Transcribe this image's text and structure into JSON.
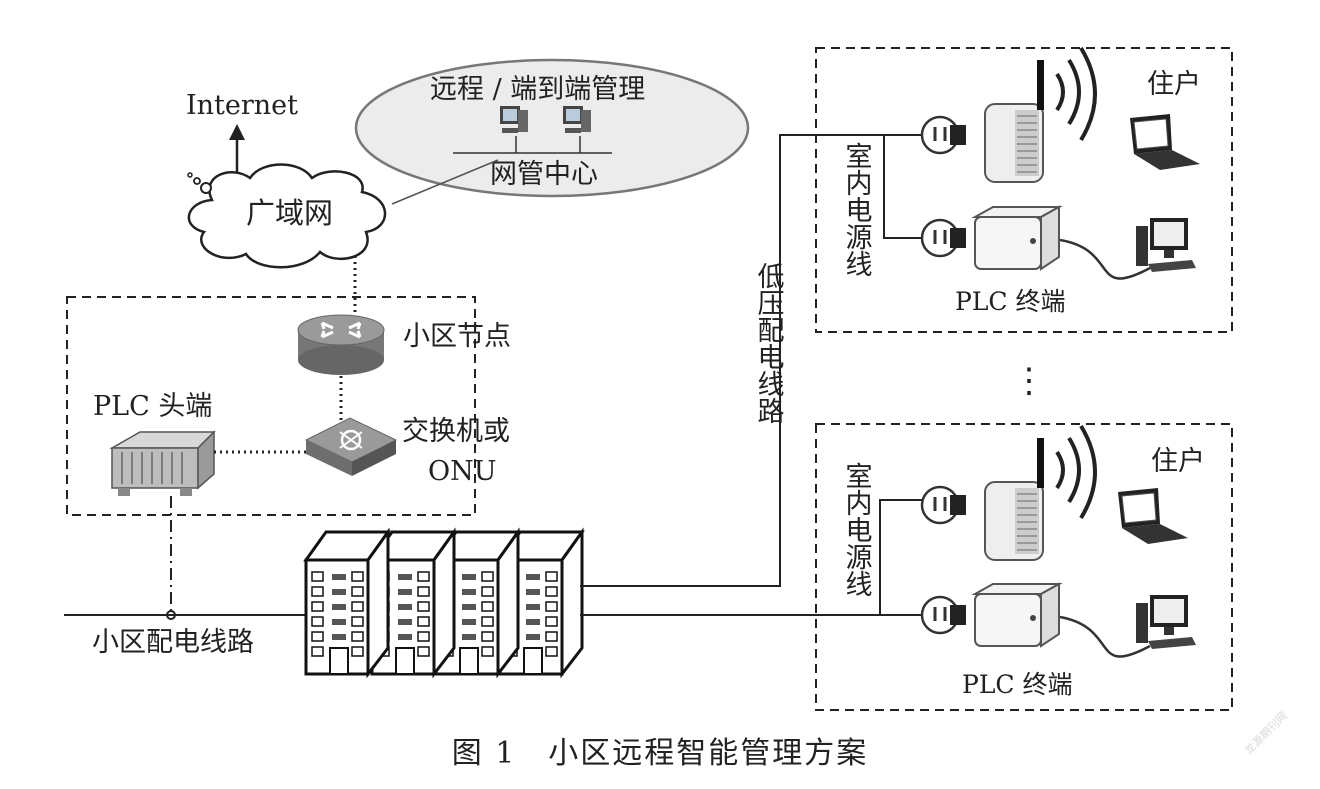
{
  "labels": {
    "internet": "Internet",
    "remote_mgmt": "远程 / 端到端管理",
    "nms_center": "网管中心",
    "wan": "广域网",
    "community_node": "小区节点",
    "plc_head": "PLC 头端",
    "switch_onu_line1": "交换机或",
    "switch_onu_line2": "ONU",
    "community_power_line": "小区配电线路",
    "low_voltage_line": "低压配电线路",
    "indoor_power_line_1": "室内电源线",
    "indoor_power_line_2": "室内电源线",
    "resident_1": "住户",
    "resident_2": "住户",
    "plc_terminal_1": "PLC 终端",
    "plc_terminal_2": "PLC 终端",
    "ellipsis": "⋮"
  },
  "caption": "图 1　小区远程智能管理方案",
  "watermark": "龙源期刊网",
  "icons": [
    "up-arrow-icon",
    "pc-icon",
    "router-icon",
    "switch-icon",
    "plc-head-device-icon",
    "building-icon",
    "power-socket-icon",
    "plc-adapter-icon",
    "antenna-icon",
    "laptop-icon",
    "desktop-computer-icon"
  ]
}
